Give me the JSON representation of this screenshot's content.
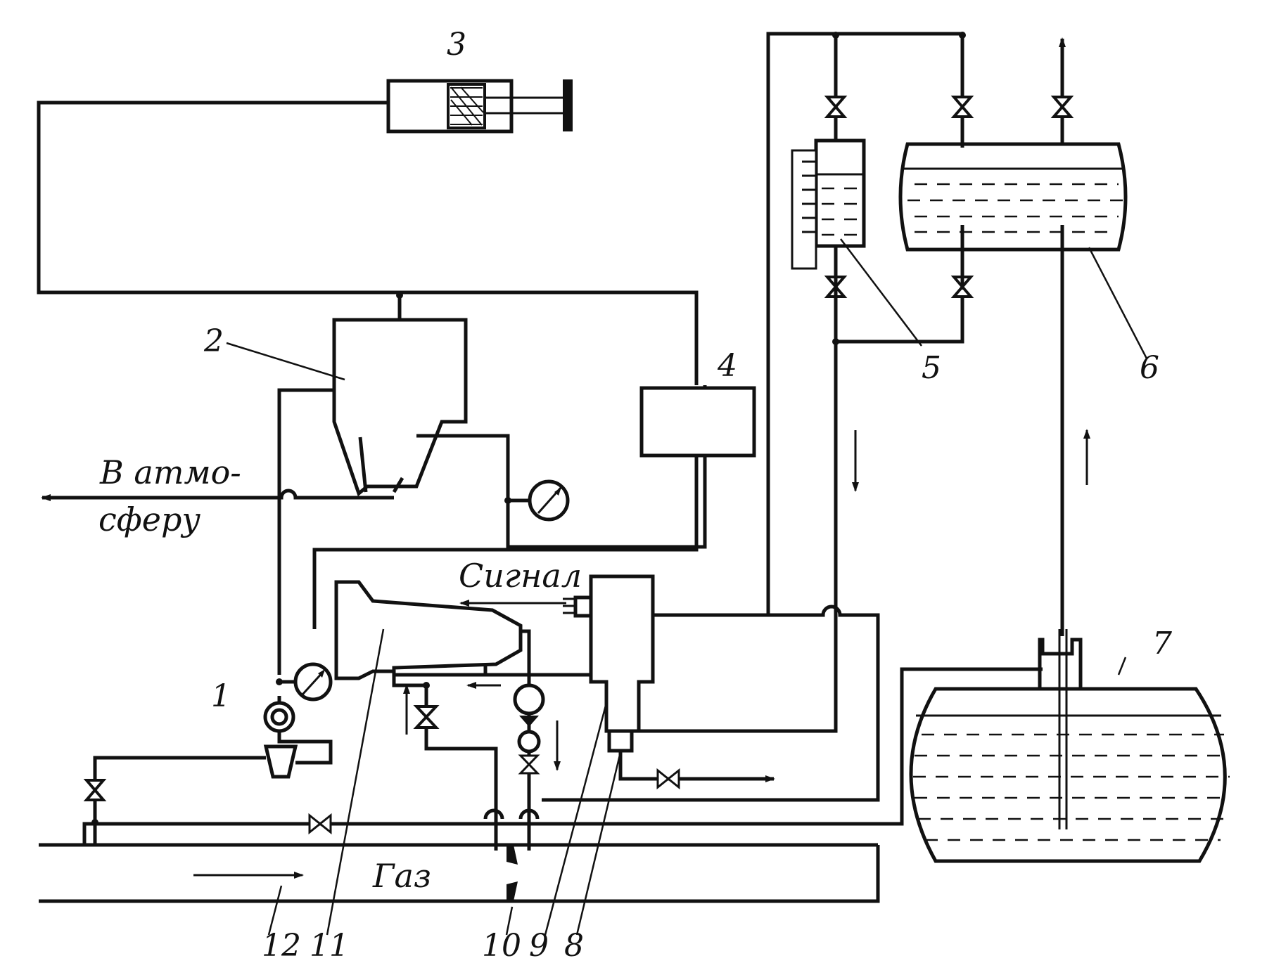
{
  "labels": {
    "n1": "1",
    "n2": "2",
    "n3": "3",
    "n4": "4",
    "n5": "5",
    "n6": "6",
    "n7": "7",
    "n8": "8",
    "n9": "9",
    "n10": "10",
    "n11": "11",
    "n12": "12"
  },
  "captions": {
    "atmosphere_line1": "В атмо-",
    "atmosphere_line2": "сферу",
    "signal": "Сигнал",
    "gas": "Газ"
  },
  "icons": {
    "valve": "valve-icon",
    "gauge": "pressure-gauge-icon",
    "arrow": "flow-arrow-icon"
  },
  "colors": {
    "line": "#111111",
    "background": "#ffffff"
  }
}
